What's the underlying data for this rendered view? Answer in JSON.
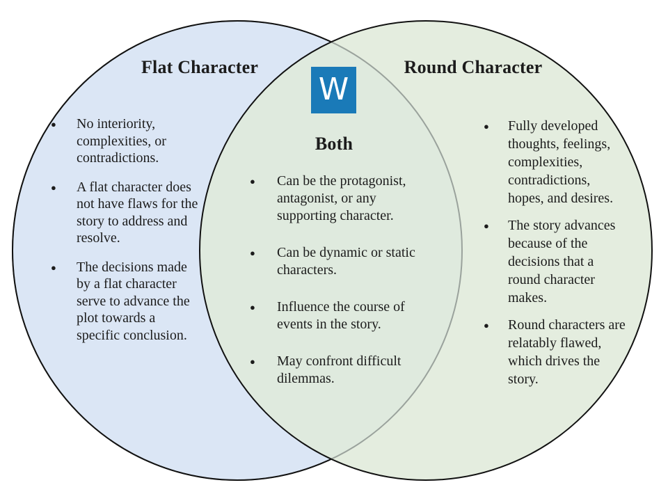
{
  "venn": {
    "left": {
      "title": "Flat Character",
      "items": [
        "No interiority, complexities, or contradictions.",
        "A flat character does not have flaws for the story to address and resolve.",
        "The decisions made by a flat character serve to advance the plot towards a specific conclusion."
      ]
    },
    "both": {
      "title": "Both",
      "items": [
        "Can be the protagonist, antagonist, or any supporting character.",
        "Can be dynamic or static characters.",
        "Influence the course of events in the story.",
        "May confront difficult dilemmas."
      ]
    },
    "right": {
      "title": "Round Character",
      "items": [
        "Fully developed thoughts, feelings, complexities, contradictions, hopes, and desires.",
        "The story advances because of the decisions that a round character makes.",
        "Round characters are relatably flawed, which drives the story."
      ]
    },
    "logo": {
      "letter": "W",
      "background": "#1a7ab8",
      "letter_color": "#ffffff"
    },
    "colors": {
      "left_circle_fill": "#dbe6f5",
      "right_circle_fill": "#dfead9",
      "circle_outline": "#111111",
      "overlapped_outline": "#9aa29c",
      "text": "#1c1c1c"
    }
  }
}
